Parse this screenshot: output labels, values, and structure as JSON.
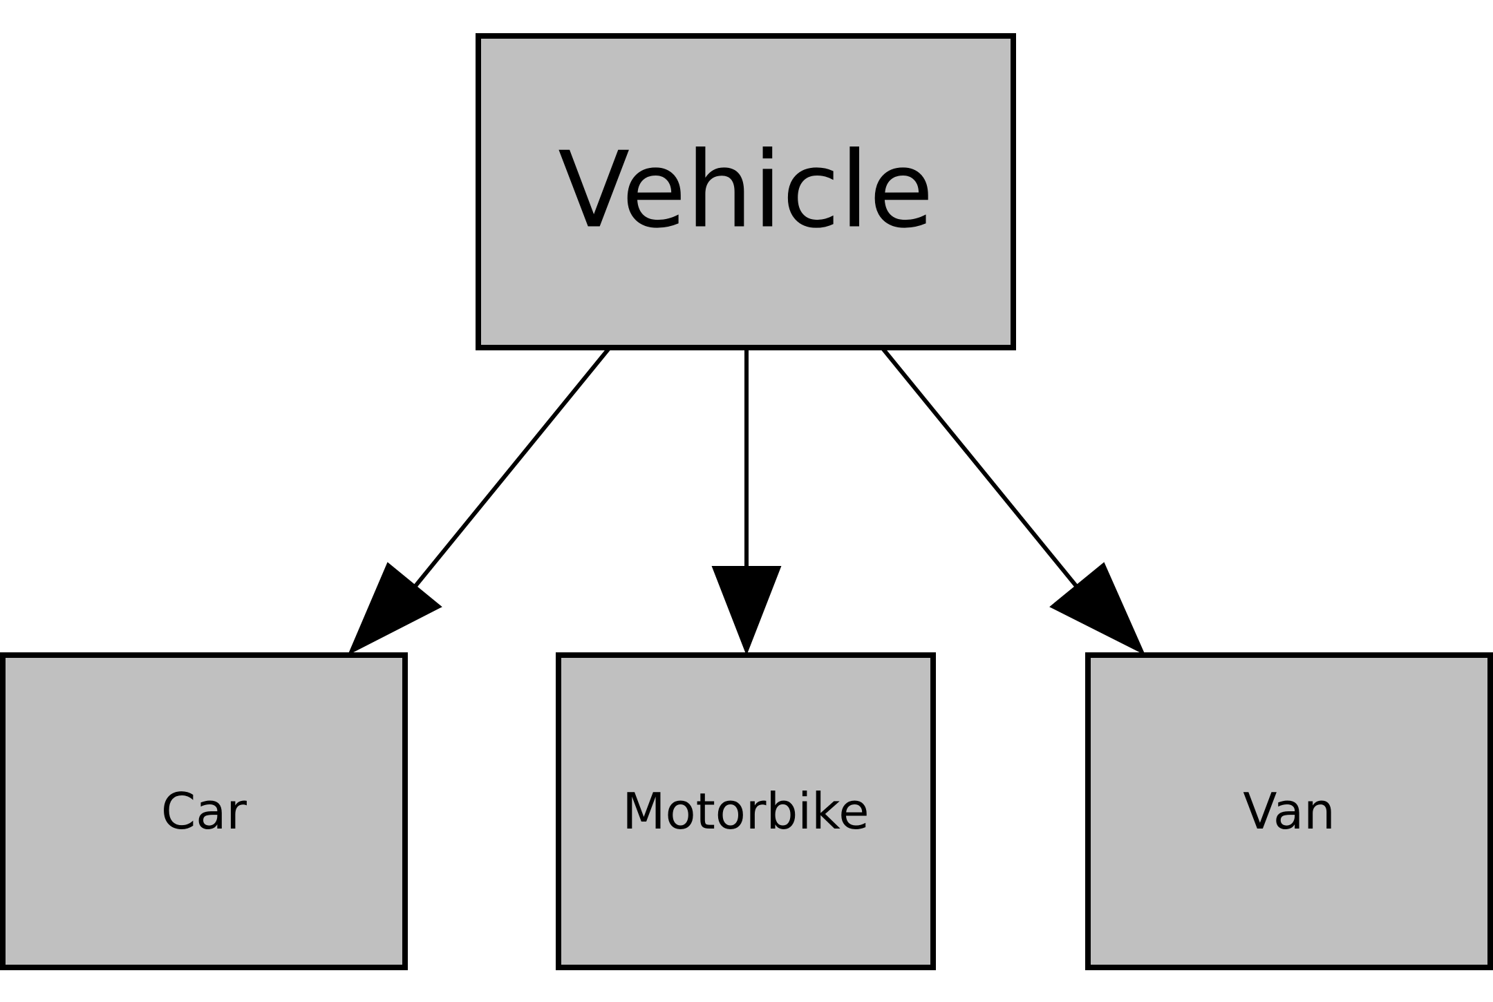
{
  "diagram": {
    "colors": {
      "node_fill": "#c0c0c0",
      "stroke": "#000000",
      "background": "#ffffff"
    },
    "nodes": {
      "vehicle": {
        "label": "Vehicle"
      },
      "car": {
        "label": "Car"
      },
      "motorbike": {
        "label": "Motorbike"
      },
      "van": {
        "label": "Van"
      }
    },
    "edges": [
      {
        "from": "vehicle",
        "to": "car"
      },
      {
        "from": "vehicle",
        "to": "motorbike"
      },
      {
        "from": "vehicle",
        "to": "van"
      }
    ]
  }
}
